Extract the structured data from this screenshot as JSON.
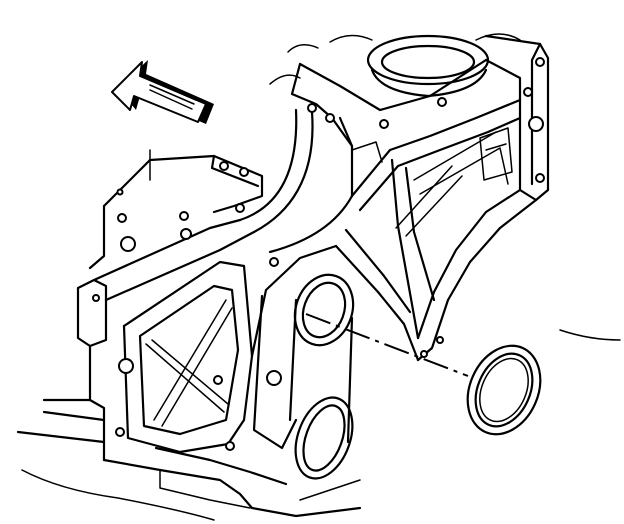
{
  "figure": {
    "subject": "engine-block-rear-view",
    "callouts": [
      {
        "id": "direction-arrow",
        "icon": "arrow-up-left-icon",
        "meaning": "front-of-engine"
      },
      {
        "id": "rear-main-seal",
        "icon": "seal-ring-icon"
      }
    ],
    "line_color": "#000000",
    "background_color": "#ffffff"
  }
}
